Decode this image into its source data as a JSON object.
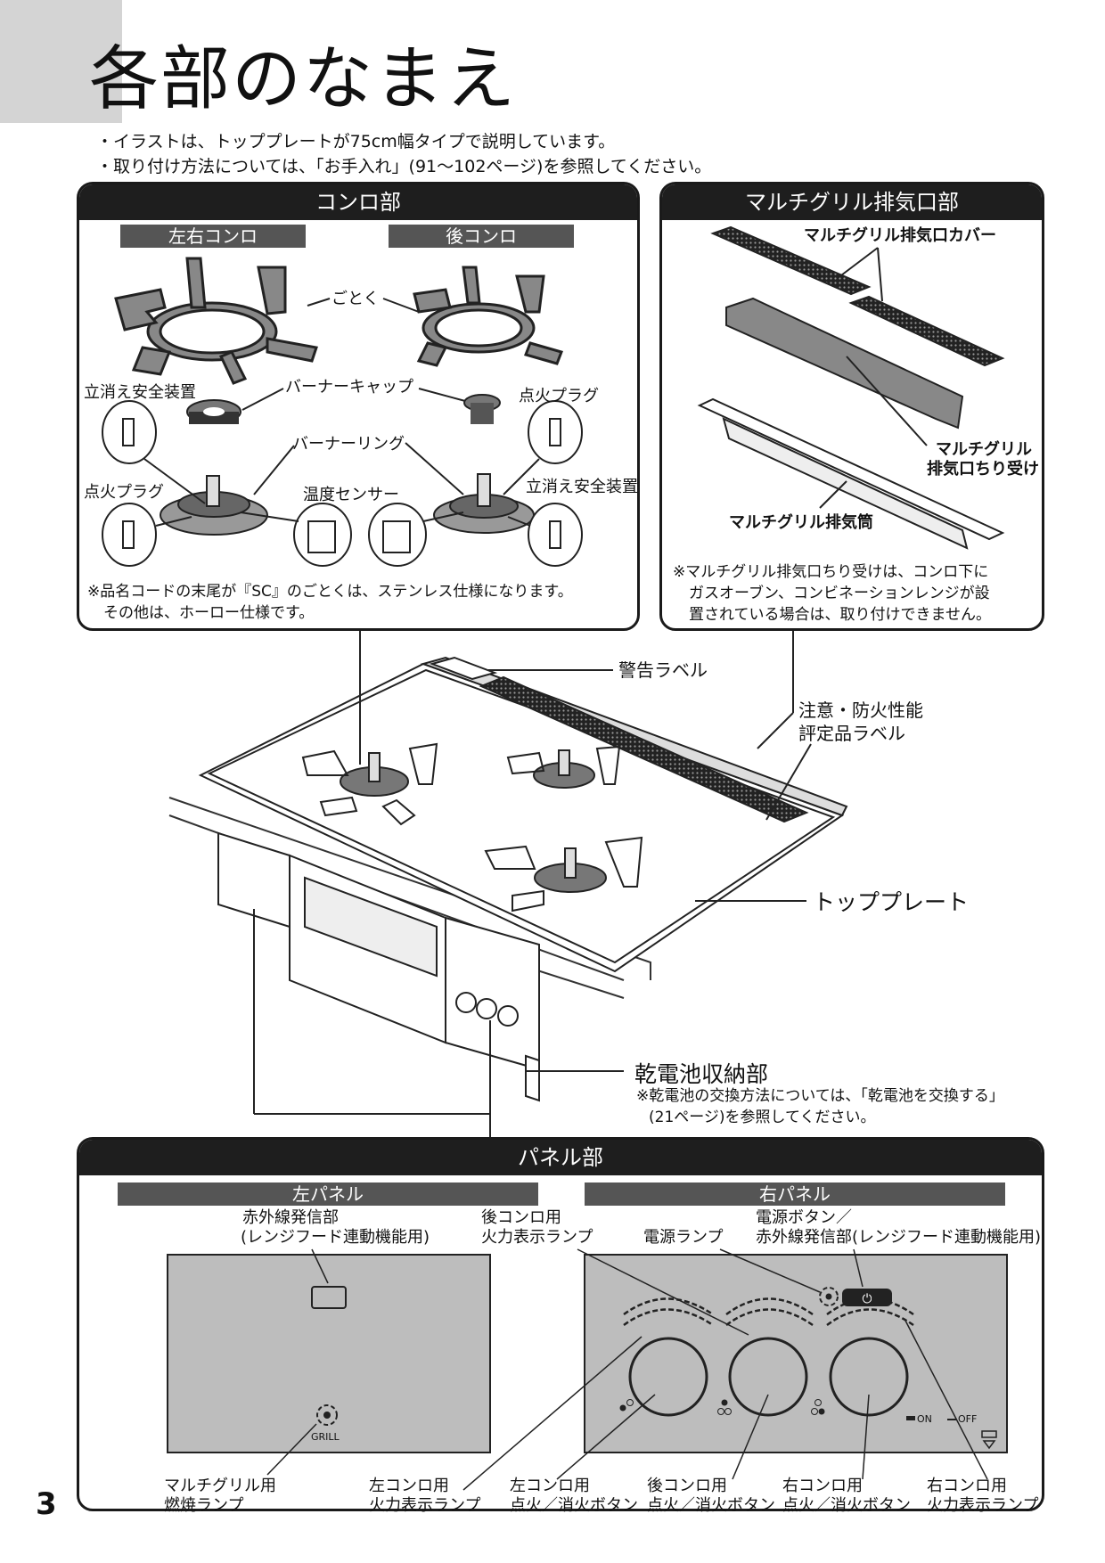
{
  "page": {
    "title": "各部のなまえ",
    "notes": [
      "・イラストは、トッププレートが75cm幅タイプで説明しています。",
      "・取り付け方法については、「お手入れ」(91〜102ページ)を参照してください。"
    ],
    "page_number": "3"
  },
  "konro": {
    "heading": "コンロ部",
    "left_right_label": "左右コンロ",
    "rear_label": "後コンロ",
    "gotoku": "ごとく",
    "burner_cap": "バーナーキャップ",
    "burner_ring": "バーナーリング",
    "tachikie_left": "立消え安全装置",
    "tachikie_right": "立消え安全装置",
    "tenka_plug_left": "点火プラグ",
    "tenka_plug_right": "点火プラグ",
    "temp_sensor": "温度センサー",
    "note_line1": "※品名コードの末尾が『SC』のごとくは、ステンレス仕様になります。",
    "note_line2": "その他は、ホーロー仕様です。"
  },
  "grill_exhaust": {
    "heading": "マルチグリル排気口部",
    "cover": "マルチグリル排気口カバー",
    "dust_tray_1": "マルチグリル",
    "dust_tray_2": "排気口ちり受け",
    "duct": "マルチグリル排気筒",
    "note_line1": "※マルチグリル排気口ちり受けは、コンロ下に",
    "note_line2": "ガスオーブン、コンビネーションレンジが設",
    "note_line3": "置されている場合は、取り付けできません。"
  },
  "main": {
    "warning_label": "警告ラベル",
    "caution_label_1": "注意・防火性能",
    "caution_label_2": "評定品ラベル",
    "top_plate": "トッププレート",
    "battery": "乾電池収納部",
    "battery_note_1": "※乾電池の交換方法については、「乾電池を交換する」",
    "battery_note_2": "(21ページ)を参照してください。"
  },
  "panel": {
    "heading": "パネル部",
    "left_panel": "左パネル",
    "right_panel": "右パネル",
    "ir_1": "赤外線発信部",
    "ir_2": "(レンジフード連動機能用)",
    "rear_flame_1": "後コンロ用",
    "rear_flame_2": "火力表示ランプ",
    "power_lamp": "電源ランプ",
    "power_btn_1": "電源ボタン／",
    "power_btn_2": "赤外線発信部(レンジフード連動機能用)",
    "grill_text": "GRILL",
    "on_text": "ON",
    "off_text": "OFF",
    "bottom_labels": [
      [
        "マルチグリル用",
        "燃焼ランプ"
      ],
      [
        "左コンロ用",
        "火力表示ランプ"
      ],
      [
        "左コンロ用",
        "点火／消火ボタン"
      ],
      [
        "後コンロ用",
        "点火／消火ボタン"
      ],
      [
        "右コンロ用",
        "点火／消火ボタン"
      ],
      [
        "右コンロ用",
        "火力表示ランプ"
      ]
    ]
  }
}
